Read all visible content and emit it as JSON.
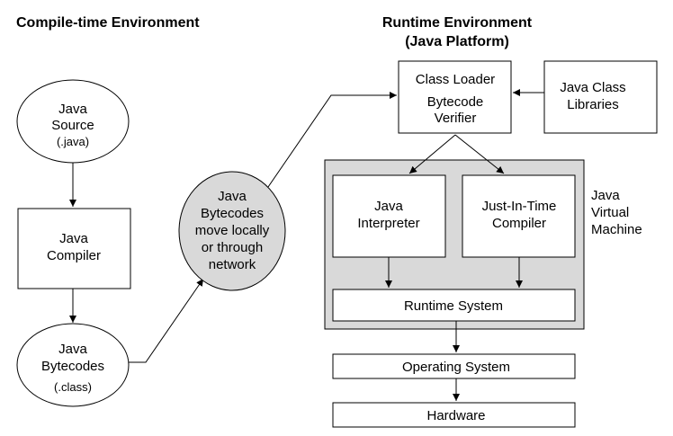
{
  "headers": {
    "compile": "Compile-time Environment",
    "runtime_line1": "Runtime Environment",
    "runtime_line2": "(Java Platform)"
  },
  "compile": {
    "source": [
      "Java",
      "Source",
      "(.java)"
    ],
    "compiler": [
      "Java",
      "Compiler"
    ],
    "bytecodes": [
      "Java",
      "Bytecodes",
      "(.class)"
    ]
  },
  "transfer": [
    "Java",
    "Bytecodes",
    "move locally",
    "or through",
    "network"
  ],
  "runtime": {
    "class_loader": [
      "Class Loader",
      "Bytecode",
      "Verifier"
    ],
    "class_libraries": [
      "Java Class",
      "Libraries"
    ],
    "interpreter": [
      "Java",
      "Interpreter"
    ],
    "jit": [
      "Just-In-Time",
      "Compiler"
    ],
    "runtime_system": "Runtime System",
    "jvm_label": [
      "Java",
      "Virtual",
      "Machine"
    ],
    "os": "Operating System",
    "hardware": "Hardware"
  }
}
